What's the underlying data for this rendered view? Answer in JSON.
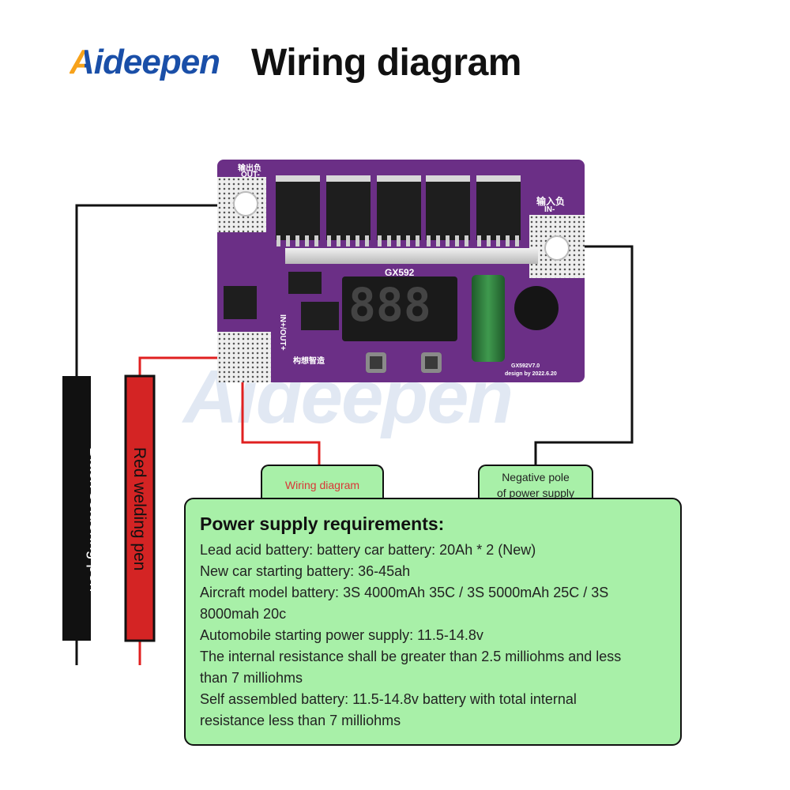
{
  "header": {
    "brand": "Aideepen",
    "title": "Wiring diagram"
  },
  "board": {
    "label_out_cn": "输出负",
    "label_out": "OUT-",
    "label_in_cn": "输入负",
    "label_in": "IN-",
    "model": "GX592",
    "side_label": "IN+/OUT+",
    "display": "888",
    "maker": "构想智造",
    "version": "GX592V7.0",
    "design_date": "design by 2022.6.20"
  },
  "pens": {
    "black": "Black soldering pen",
    "red": "Red welding pen"
  },
  "tabs": {
    "wiring": "Wiring diagram",
    "negative_line1": "Negative pole",
    "negative_line2": "of power supply"
  },
  "requirements": {
    "title": "Power supply requirements:",
    "items": [
      "Lead acid battery: battery car battery: 20Ah * 2 (New)",
      "New car starting battery: 36-45ah",
      "Aircraft model battery: 3S 4000mAh 35C / 3S 5000mAh 25C / 3S",
      "8000mah 20c",
      "Automobile starting power supply: 11.5-14.8v",
      "The internal resistance shall be greater than 2.5 milliohms and less",
      "than 7 milliohms",
      "Self assembled battery: 11.5-14.8v battery with total internal",
      "resistance less than 7 milliohms"
    ]
  },
  "colors": {
    "board": "#6b2f86",
    "panel": "#a8f0a8",
    "red_wire": "#e02020",
    "black_wire": "#111111"
  }
}
